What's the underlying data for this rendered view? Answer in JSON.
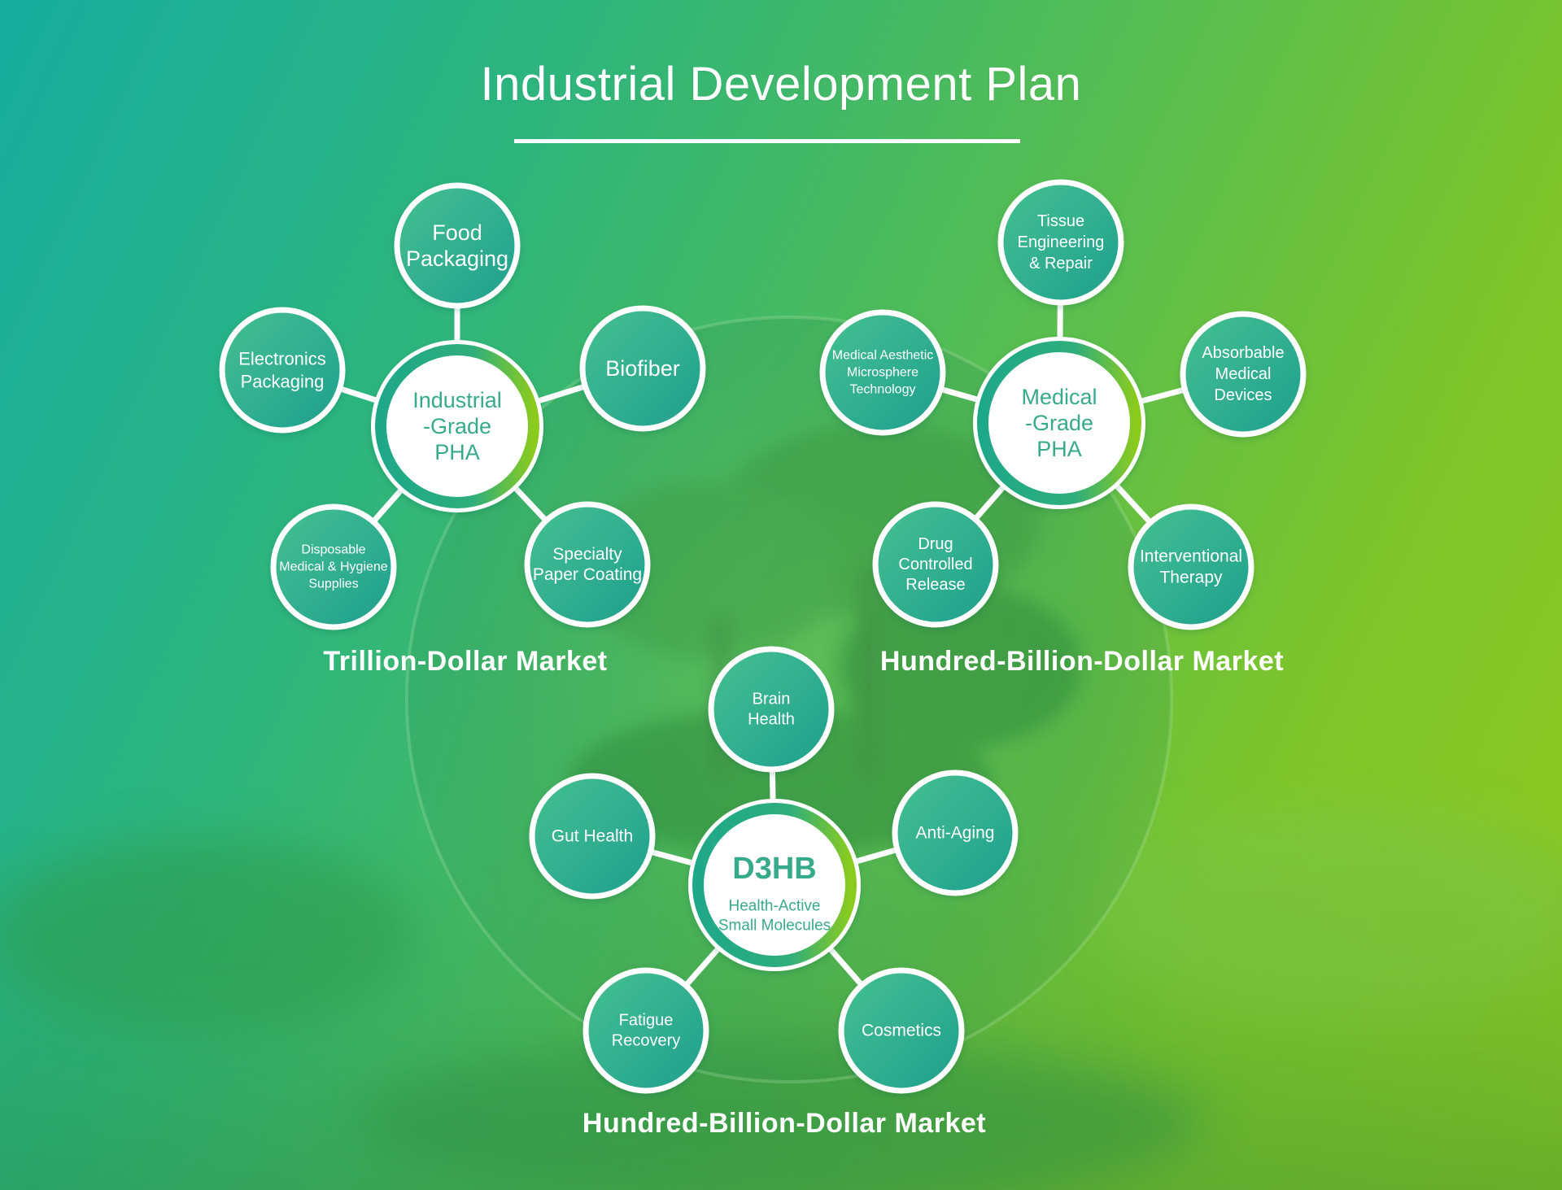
{
  "title": "Industrial Development Plan",
  "colors": {
    "node_fill": "#22a590",
    "node_fill_light": "#46c091",
    "hub_ring": "#1fa889",
    "hub_ring_accent": "#8bcb1e",
    "hub_text": "#37aa8c",
    "line": "#ffffff"
  },
  "clusters": [
    {
      "id": "industrial",
      "hub": {
        "lines": [
          "Industrial",
          "-Grade",
          "PHA"
        ]
      },
      "market": "Trillion-Dollar Market",
      "satellites": [
        {
          "lines": [
            "Food",
            "Packaging"
          ]
        },
        {
          "lines": [
            "Biofiber"
          ]
        },
        {
          "lines": [
            "Specialty",
            "Paper Coating"
          ]
        },
        {
          "lines": [
            "Disposable",
            "Medical & Hygiene",
            "Supplies"
          ]
        },
        {
          "lines": [
            "Electronics",
            "Packaging"
          ]
        }
      ]
    },
    {
      "id": "medical",
      "hub": {
        "lines": [
          "Medical",
          "-Grade",
          "PHA"
        ]
      },
      "market": "Hundred-Billion-Dollar Market",
      "satellites": [
        {
          "lines": [
            "Tissue",
            "Engineering",
            "& Repair"
          ]
        },
        {
          "lines": [
            "Absorbable",
            "Medical",
            "Devices"
          ]
        },
        {
          "lines": [
            "Interventional",
            "Therapy"
          ]
        },
        {
          "lines": [
            "Drug",
            "Controlled",
            "Release"
          ]
        },
        {
          "lines": [
            "Medical Aesthetic",
            "Microsphere",
            "Technology"
          ]
        }
      ]
    },
    {
      "id": "d3hb",
      "hub": {
        "lines": [
          "D3HB"
        ],
        "sub_lines": [
          "Health-Active",
          "Small Molecules"
        ]
      },
      "market": "Hundred-Billion-Dollar Market",
      "satellites": [
        {
          "lines": [
            "Brain",
            "Health"
          ]
        },
        {
          "lines": [
            "Anti-Aging"
          ]
        },
        {
          "lines": [
            "Cosmetics"
          ]
        },
        {
          "lines": [
            "Fatigue",
            "Recovery"
          ]
        },
        {
          "lines": [
            "Gut Health"
          ]
        }
      ]
    }
  ]
}
